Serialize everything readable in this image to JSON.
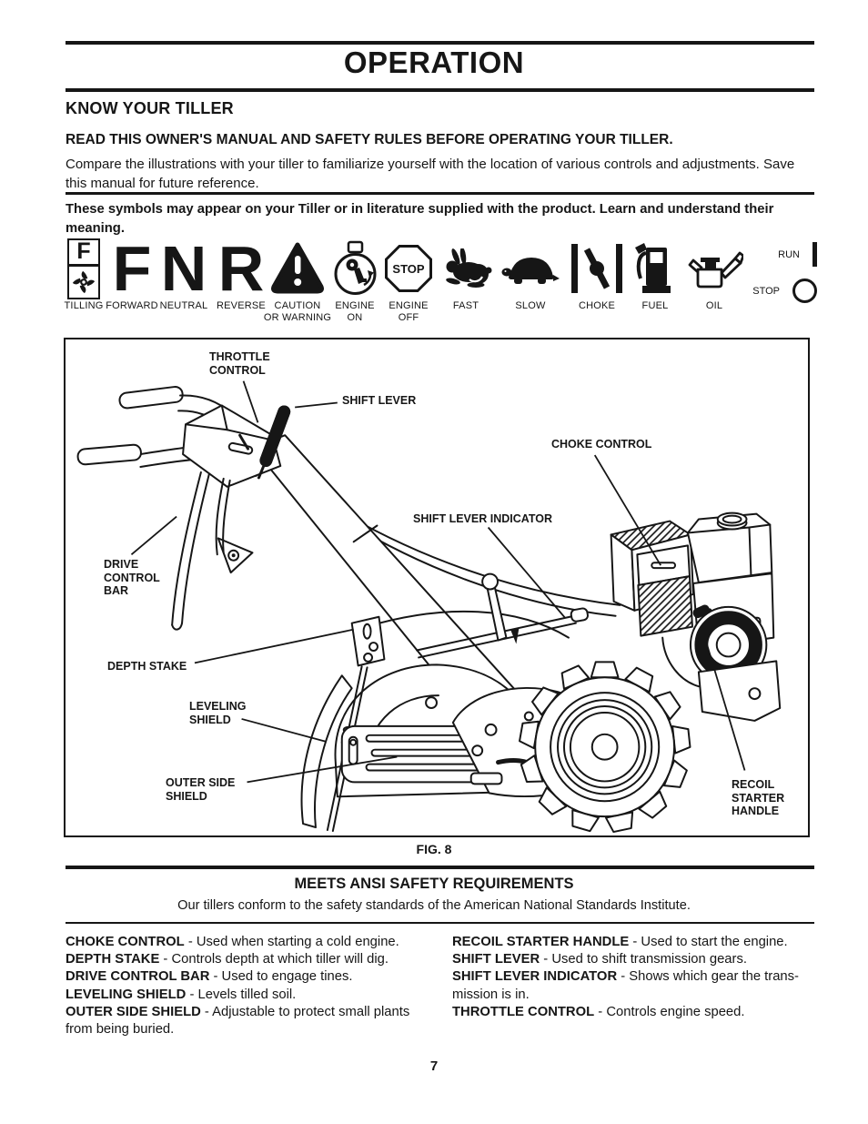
{
  "header": {
    "title": "OPERATION"
  },
  "know_your_tiller": {
    "heading": "KNOW YOUR TILLER",
    "read_warning": "READ THIS OWNER'S MANUAL AND SAFETY RULES BEFORE OPERATING YOUR TILLER.",
    "intro": "Compare the illustrations with your tiller to familiarize yourself with the location of various controls and adjustments. Save this manual for future reference."
  },
  "symbols": {
    "intro": "These symbols  may appear on your Tiller or in literature supplied with the product.  Learn and understand their meaning.",
    "tilling": {
      "letter": "F",
      "label": "TILLING"
    },
    "forward": {
      "letter": "F",
      "label": "FORWARD"
    },
    "neutral": {
      "letter": "N",
      "label": "NEUTRAL"
    },
    "reverse": {
      "letter": "R",
      "label": "REVERSE"
    },
    "caution": {
      "label": "CAUTION\nOR WARNING"
    },
    "engine_on": {
      "label": "ENGINE\nON"
    },
    "engine_off": {
      "stop_text": "STOP",
      "label": "ENGINE\nOFF"
    },
    "fast": {
      "label": "FAST"
    },
    "slow": {
      "label": "SLOW"
    },
    "choke": {
      "label": "CHOKE"
    },
    "fuel": {
      "label": "FUEL"
    },
    "oil": {
      "label": "OIL"
    },
    "run_stop": {
      "run_label": "RUN",
      "stop_label": "STOP"
    }
  },
  "figure": {
    "caption": "FIG. 8",
    "labels": {
      "throttle_control": "THROTTLE\nCONTROL",
      "shift_lever": "SHIFT LEVER",
      "choke_control": "CHOKE CONTROL",
      "shift_lever_indicator": "SHIFT LEVER INDICATOR",
      "drive_control_bar": "DRIVE\nCONTROL\nBAR",
      "depth_stake": "DEPTH STAKE",
      "leveling_shield": "LEVELING\nSHIELD",
      "outer_side_shield": "OUTER SIDE\nSHIELD",
      "recoil_starter_handle": "RECOIL\nSTARTER\nHANDLE"
    }
  },
  "ansi": {
    "heading": "MEETS ANSI SAFETY REQUIREMENTS",
    "body": "Our tillers conform to the safety standards of the American National Standards Institute."
  },
  "definitions": {
    "left": [
      {
        "term": "CHOKE CONTROL",
        "desc": " - Used  when starting a cold engine."
      },
      {
        "term": "DEPTH STAKE",
        "desc": " - Controls depth at which tiller will dig."
      },
      {
        "term": "DRIVE CONTROL BAR",
        "desc": " - Used to engage tines."
      },
      {
        "term": "LEVELING SHIELD",
        "desc": " - Levels tilled soil."
      },
      {
        "term": "OUTER SIDE SHIELD",
        "desc": " - Adjustable to protect small plants\nfrom being buried."
      }
    ],
    "right": [
      {
        "term": "RECOIL STARTER HANDLE",
        "desc": " - Used to start the engine."
      },
      {
        "term": "SHIFT LEVER",
        "desc": " - Used to shift transmission gears."
      },
      {
        "term": "SHIFT LEVER INDICATOR",
        "desc": " - Shows which gear the trans-\nmission is in."
      },
      {
        "term": "THROTTLE CONTROL",
        "desc": " - Controls engine speed."
      }
    ]
  },
  "footer": {
    "page_number": "7"
  }
}
